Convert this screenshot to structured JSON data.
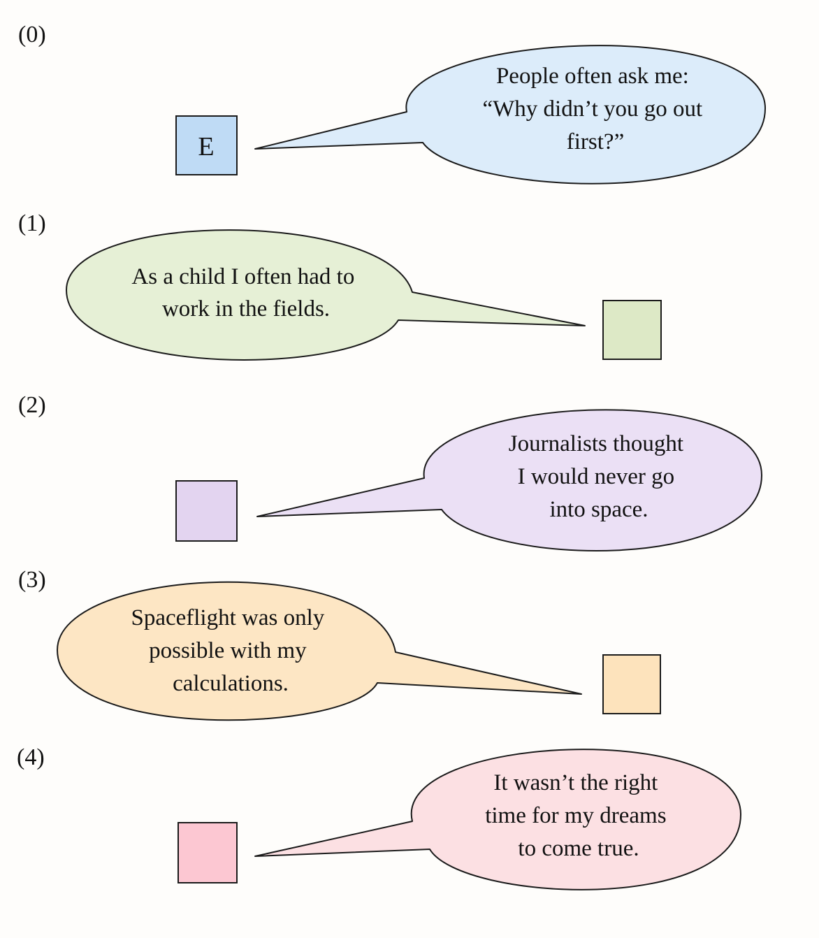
{
  "panels": [
    {
      "number": "(0)",
      "box_letter": "E",
      "box_color": "#bfdbf5",
      "bubble_color": "#dcecfa",
      "text": [
        "People often ask me:",
        "“Why didn’t you go out",
        "first?”"
      ]
    },
    {
      "number": "(1)",
      "box_letter": "",
      "box_color": "#dde9c6",
      "bubble_color": "#e6f0d6",
      "text": [
        "As a child I often had to",
        "work in the fields."
      ]
    },
    {
      "number": "(2)",
      "box_letter": "",
      "box_color": "#e3d4f0",
      "bubble_color": "#ebe0f5",
      "text": [
        "Journalists thought",
        "I would never go",
        "into space."
      ]
    },
    {
      "number": "(3)",
      "box_letter": "",
      "box_color": "#fde3bc",
      "bubble_color": "#fde6c4",
      "text": [
        "Spaceflight was only",
        "possible with my",
        "calculations."
      ]
    },
    {
      "number": "(4)",
      "box_letter": "",
      "box_color": "#fcc7d2",
      "bubble_color": "#fce0e3",
      "text": [
        "It wasn’t the right",
        "time for my dreams",
        "to come true."
      ]
    }
  ]
}
